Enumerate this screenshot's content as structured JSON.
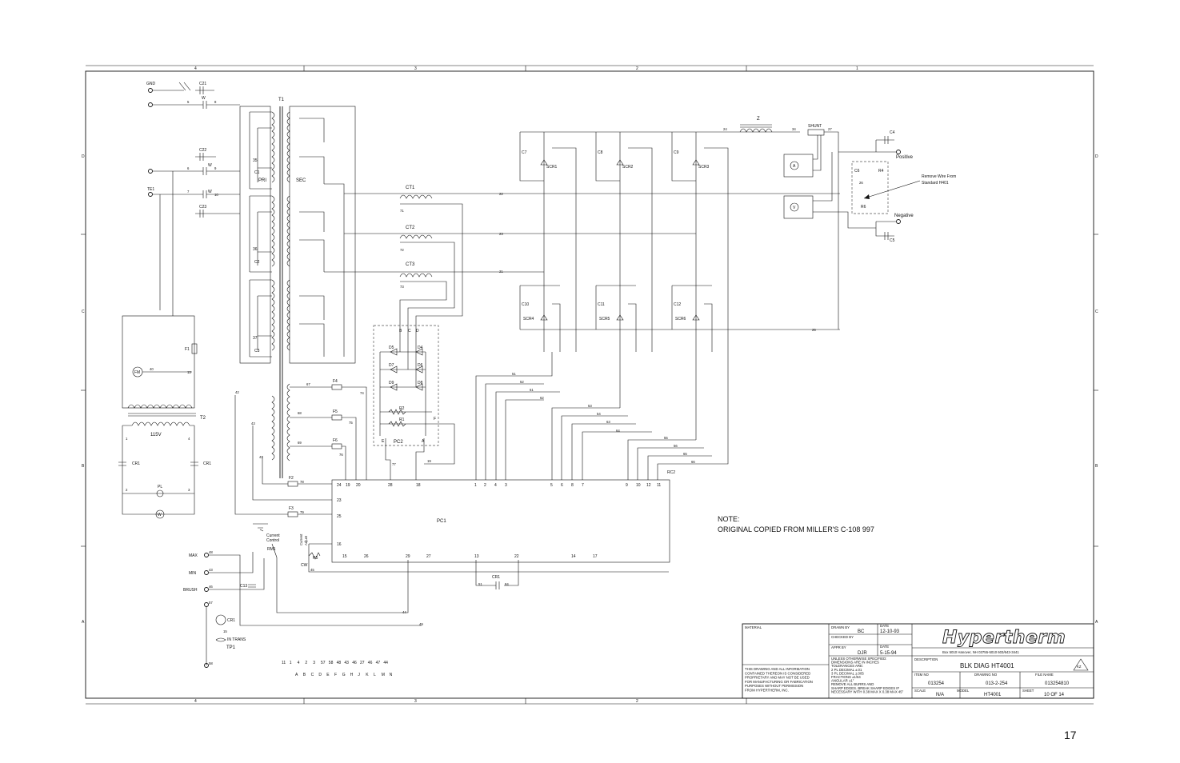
{
  "document": {
    "page_number": "17",
    "note_line1": "NOTE:",
    "note_line2": "ORIGINAL COPIED FROM MILLER'S C-108 997",
    "border": {
      "top_columns": [
        "4",
        "3",
        "2",
        "1"
      ],
      "rows": [
        "D",
        "C",
        "B",
        "A"
      ]
    }
  },
  "diagram": {
    "title_labels": {
      "t1": "T1",
      "t2": "T2",
      "pri": "PRI",
      "sec": "SEC",
      "z": "Z",
      "shunt": "SHUNT",
      "ct1": "CT1",
      "ct2": "CT2",
      "ct3": "CT3",
      "pc1": "PC1",
      "pc2": "PC2",
      "v115": "115V",
      "positive": "Positive",
      "negative": "Negative",
      "remove_wire_1": "Remove Wire From",
      "remove_wire_2": "Standard H401",
      "gnd": "GND",
      "te1": "TE1",
      "fm": "FM",
      "w": "W",
      "max": "MAX",
      "min": "MIN",
      "brush": "BRUSH",
      "in_trans": "IN TRANS",
      "tp1": "TP1",
      "rc2": "RC2",
      "rm1": "RM1",
      "current_control_1": "Current",
      "current_control_2": "Control",
      "current_adjust_1": "Current",
      "current_adjust_2": "Adjust",
      "r5": "R5",
      "cw": "CW",
      "r4": "R4",
      "r6": "R6",
      "pl": "PL",
      "f1": "F1",
      "f2": "F2",
      "f3": "F3",
      "f4": "F4",
      "f5": "F5",
      "f6": "F6",
      "a_meter": "A",
      "v_meter": "V"
    },
    "scrs": [
      "SCR1",
      "SCR2",
      "SCR3",
      "SCR4",
      "SCR5",
      "SCR6"
    ],
    "capacitors": [
      "C21",
      "C22",
      "C23",
      "C1",
      "C2",
      "C3",
      "C4",
      "C5",
      "C6",
      "C7",
      "C8",
      "C9",
      "C10",
      "C11",
      "C12",
      "C13",
      "CR1",
      "CR1",
      "CR1"
    ],
    "diodes": [
      "D5",
      "D4",
      "D7",
      "D6",
      "D9",
      "D8"
    ],
    "resistors": [
      "R2",
      "R1"
    ],
    "pc2_pins": [
      "B",
      "C",
      "D",
      "E",
      "A",
      "F"
    ],
    "pc1_top_pins": [
      "24",
      "19",
      "20",
      "28",
      "18",
      "1",
      "2",
      "4",
      "3",
      "5",
      "6",
      "8",
      "7",
      "9",
      "10",
      "12",
      "11"
    ],
    "pc1_left_pins": [
      "23",
      "25",
      "16"
    ],
    "pc1_bottom_pins": [
      "15",
      "26",
      "29",
      "27",
      "13",
      "22",
      "14",
      "17"
    ],
    "connector_legend": {
      "top": [
        "11",
        "1",
        "4",
        "2",
        "3",
        "57",
        "58",
        "48",
        "43",
        "46",
        "27",
        "46",
        "47",
        "44"
      ],
      "bottom": [
        "A",
        "B",
        "C",
        "D",
        "E",
        "F",
        "G",
        "H",
        "J",
        "K",
        "L",
        "M",
        "N"
      ]
    }
  },
  "title_block": {
    "material_label": "MATERIAL",
    "drawn_by_label": "DRAWN BY",
    "drawn_by": "BC",
    "date_label": "DATE",
    "drawn_date": "12-10-93",
    "checked_by_label": "CHECKED BY",
    "appr_by_label": "APPR BY",
    "appr_by": "DJR",
    "appr_date": "5-15-94",
    "company_logo": "Hypertherm",
    "address": "Box 5010 Hanover, NH 03755-5010 603/643-3441",
    "description_label": "DESCRIPTION",
    "description": "BLK DIAG HT4001",
    "revision": "KZ",
    "item_no_label": "ITEM NO",
    "item_no": "013254",
    "drawing_no_label": "DRAWING NO",
    "drawing_no": "013-2-254",
    "file_name_label": "FILE NAME",
    "file_name": "013254810",
    "scale_label": "SCALE",
    "scale": "N/A",
    "model_label": "MODEL",
    "model": "HT4001",
    "sheet_label": "SHEET",
    "sheet": "10 OF 14",
    "tolerances": [
      "UNLESS OTHERWISE SPECIFIED:",
      "DIMENSIONS ARE IN INCHES",
      "TOLERANCES ARE:",
      "2 PL DECIMAL ±.01",
      "3 PL DECIMAL ±.005",
      "FRACTIONS ±1/64",
      "ANGULAR ±1°",
      "REMOVE ALL BURRS AND",
      "SHARP EDGES. BREAK SHARP EDGES IF",
      "NECESSARY WITH 0.38 MAX X 0.38 MAX 45°"
    ],
    "proprietary": [
      "THIS DRAWING AND ALL INFORMATION",
      "CONTAINED THEREON IS CONSIDERED",
      "PROPRIETARY AND MAY NOT BE USED",
      "FOR MANUFACTURING OR FABRICATION",
      "PURPOSES WITHOUT PERMISSION",
      "FROM HYPERTHERM, INC."
    ]
  }
}
